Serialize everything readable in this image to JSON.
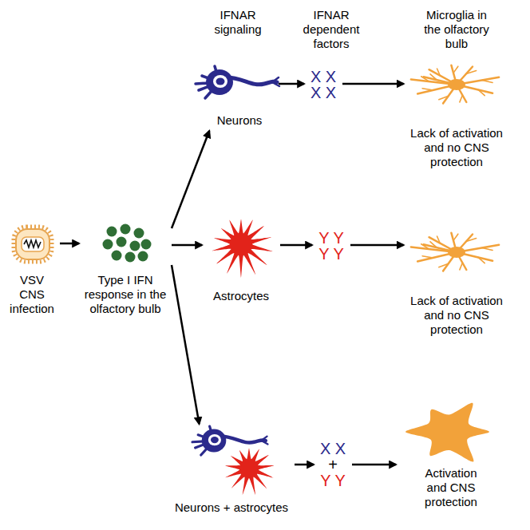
{
  "diagram": {
    "nodes": [
      {
        "text": [
          "VSV CNS infection"
        ]
      },
      {
        "text": [
          "Type I IFN response in the olfactory bulb"
        ]
      },
      {
        "text": [
          "Neurons"
        ]
      },
      {
        "text": [
          "Astrocytes"
        ]
      },
      {
        "text": [
          "Neurons + astrocytes"
        ]
      },
      {
        "text": [
          "X X",
          "X X"
        ]
      },
      {
        "text": [
          "Y Y",
          "Y Y"
        ]
      },
      {
        "text": [
          "X X",
          "+",
          "Y Y"
        ]
      },
      {
        "text": [
          "Lack of activation and no CNS protection"
        ]
      },
      {
        "text": [
          "Lack of activation and no CNS protection"
        ]
      },
      {
        "text": [
          "Activation and CNS protection"
        ]
      }
    ],
    "edges": [
      {
        "from": 0,
        "to": 1,
        "arrow": "to"
      },
      {
        "from": 1,
        "to": 2,
        "arrow": "to"
      },
      {
        "from": 1,
        "to": 3,
        "arrow": "to"
      },
      {
        "from": 1,
        "to": 4,
        "arrow": "to"
      },
      {
        "from": 2,
        "to": 5,
        "arrow": "to"
      },
      {
        "from": 5,
        "to": 8,
        "arrow": "to"
      },
      {
        "from": 3,
        "to": 6,
        "arrow": "to"
      },
      {
        "from": 6,
        "to": 9,
        "arrow": "to"
      },
      {
        "from": 4,
        "to": 7,
        "arrow": "to"
      },
      {
        "from": 7,
        "to": 10,
        "arrow": "to"
      }
    ],
    "labels": [
      "IFNAR signaling",
      "IFNAR dependent factors",
      "Microglia in the olfactory bulb"
    ]
  }
}
